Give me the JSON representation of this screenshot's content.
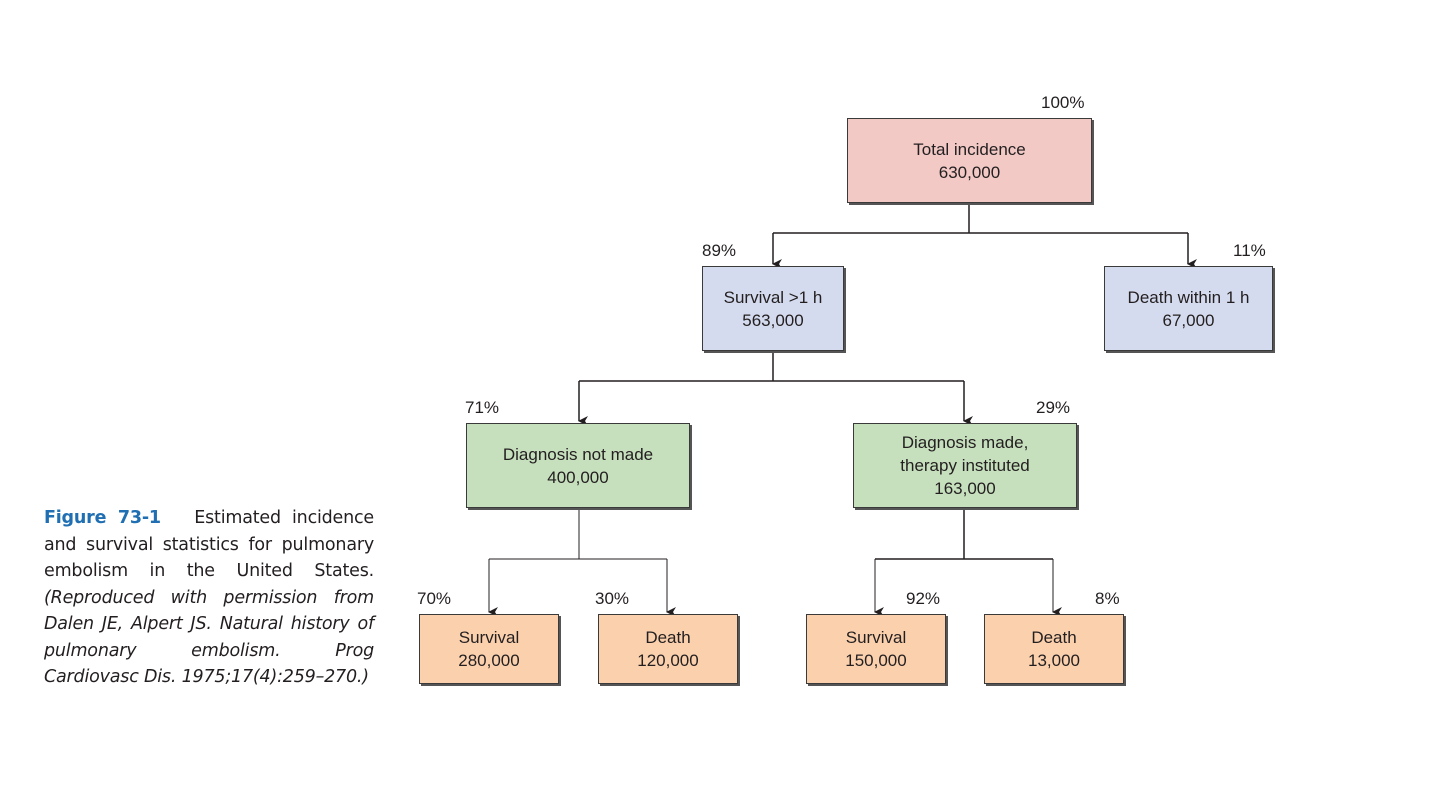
{
  "colors": {
    "root": "#f2c9c5",
    "level1": "#d5dbee",
    "level2": "#c6dfbd",
    "leaf": "#fbd0ad",
    "figure_label": "#1f6fb2"
  },
  "nodes": {
    "total": {
      "lines": [
        "Total incidence",
        "630,000"
      ],
      "pct": "100%"
    },
    "survival_1h": {
      "lines": [
        "Survival >1 h",
        "563,000"
      ],
      "pct": "89%"
    },
    "death_1h": {
      "lines": [
        "Death within 1 h",
        "67,000"
      ],
      "pct": "11%"
    },
    "dx_not_made": {
      "lines": [
        "Diagnosis not made",
        "400,000"
      ],
      "pct": "71%"
    },
    "dx_made": {
      "lines": [
        "Diagnosis made,",
        "therapy instituted",
        "163,000"
      ],
      "pct": "29%"
    },
    "survival_a": {
      "lines": [
        "Survival",
        "280,000"
      ],
      "pct": "70%"
    },
    "death_a": {
      "lines": [
        "Death",
        "120,000"
      ],
      "pct": "30%"
    },
    "survival_b": {
      "lines": [
        "Survival",
        "150,000"
      ],
      "pct": "92%"
    },
    "death_b": {
      "lines": [
        "Death",
        "13,000"
      ],
      "pct": "8%"
    }
  },
  "caption": {
    "figure_label": "Figure 73-1",
    "description": "Estimated incidence and survival statistics for pulmonary embolism in the United States.",
    "reference": "(Reproduced with permission from Dalen JE, Alpert JS. Natural history of pulmonary embolism. Prog Cardiovasc Dis. 1975;17(4):259–270.)"
  }
}
